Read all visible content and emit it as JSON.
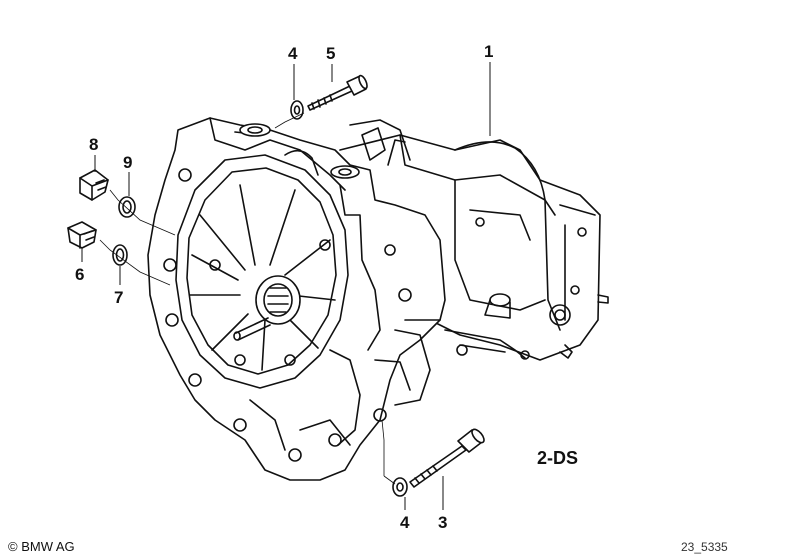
{
  "diagram": {
    "callouts": [
      {
        "id": "c1",
        "label": "1",
        "part": "gearbox-housing"
      },
      {
        "id": "c4a",
        "label": "4",
        "part": "washer-top"
      },
      {
        "id": "c5",
        "label": "5",
        "part": "bolt-top"
      },
      {
        "id": "c8",
        "label": "8",
        "part": "plug-upper"
      },
      {
        "id": "c9",
        "label": "9",
        "part": "seal-ring-upper"
      },
      {
        "id": "c6",
        "label": "6",
        "part": "plug-lower"
      },
      {
        "id": "c7",
        "label": "7",
        "part": "seal-ring-lower"
      },
      {
        "id": "c4b",
        "label": "4",
        "part": "washer-bottom"
      },
      {
        "id": "c3",
        "label": "3",
        "part": "bolt-bottom"
      }
    ],
    "variant_label": "2-DS",
    "copyright": "© BMW AG",
    "figure_id": "23_5335"
  }
}
